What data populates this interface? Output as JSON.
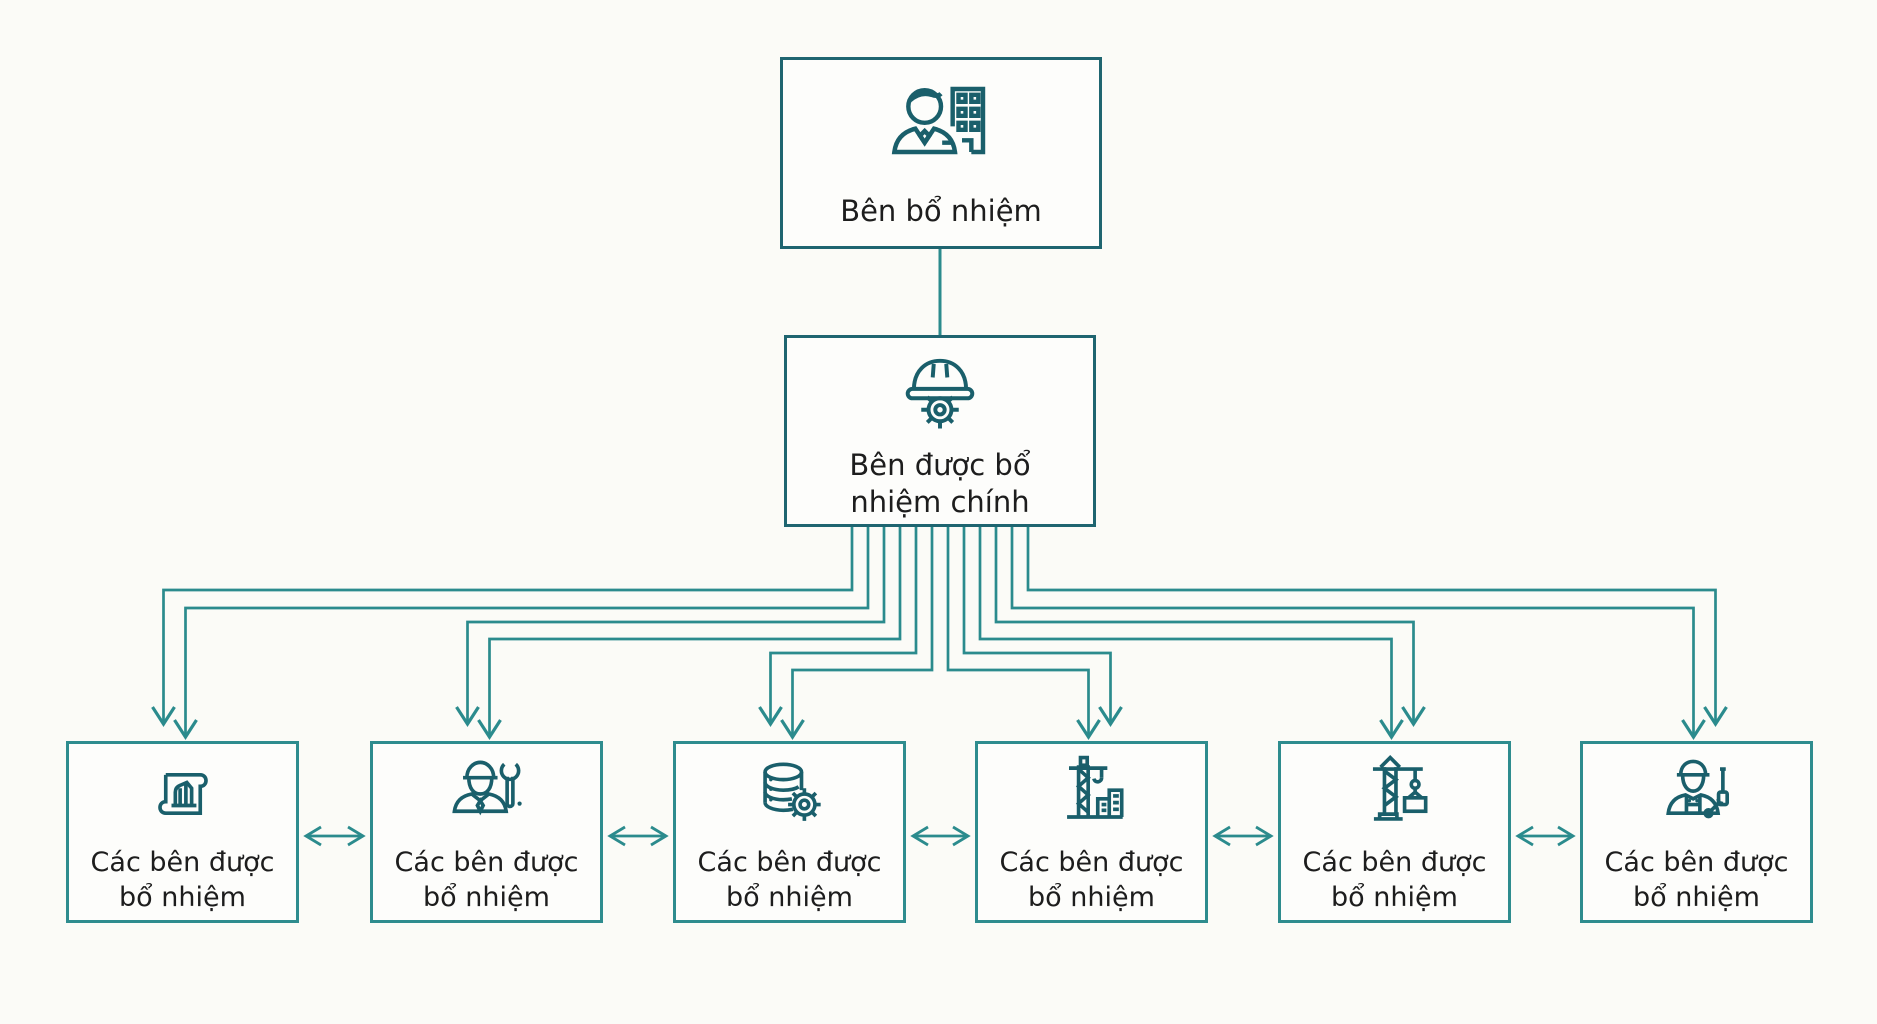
{
  "colors": {
    "background": "#fbfbf7",
    "line": "#2b8b8d",
    "border": "#2e8c8e",
    "border_dark": "#1f6570",
    "icon": "#1a5f6b",
    "text": "#1d1d1d"
  },
  "top_box": {
    "label": "Bên bổ nhiệm",
    "icon": "businessman-building-icon"
  },
  "middle_box": {
    "label": "Bên được bổ\nnhiệm chính",
    "icon": "hardhat-gear-icon"
  },
  "bottom_boxes": [
    {
      "label": "Các bên được\nbổ nhiệm",
      "icon": "blueprint-icon"
    },
    {
      "label": "Các bên được\nbổ nhiệm",
      "icon": "engineer-wrench-icon"
    },
    {
      "label": "Các bên được\nbổ nhiệm",
      "icon": "database-gear-icon"
    },
    {
      "label": "Các bên được\nbổ nhiệm",
      "icon": "tower-crane-building-icon"
    },
    {
      "label": "Các bên được\nbổ nhiệm",
      "icon": "crane-hook-load-icon"
    },
    {
      "label": "Các bên được\nbổ nhiệm",
      "icon": "worker-tools-icon"
    }
  ]
}
